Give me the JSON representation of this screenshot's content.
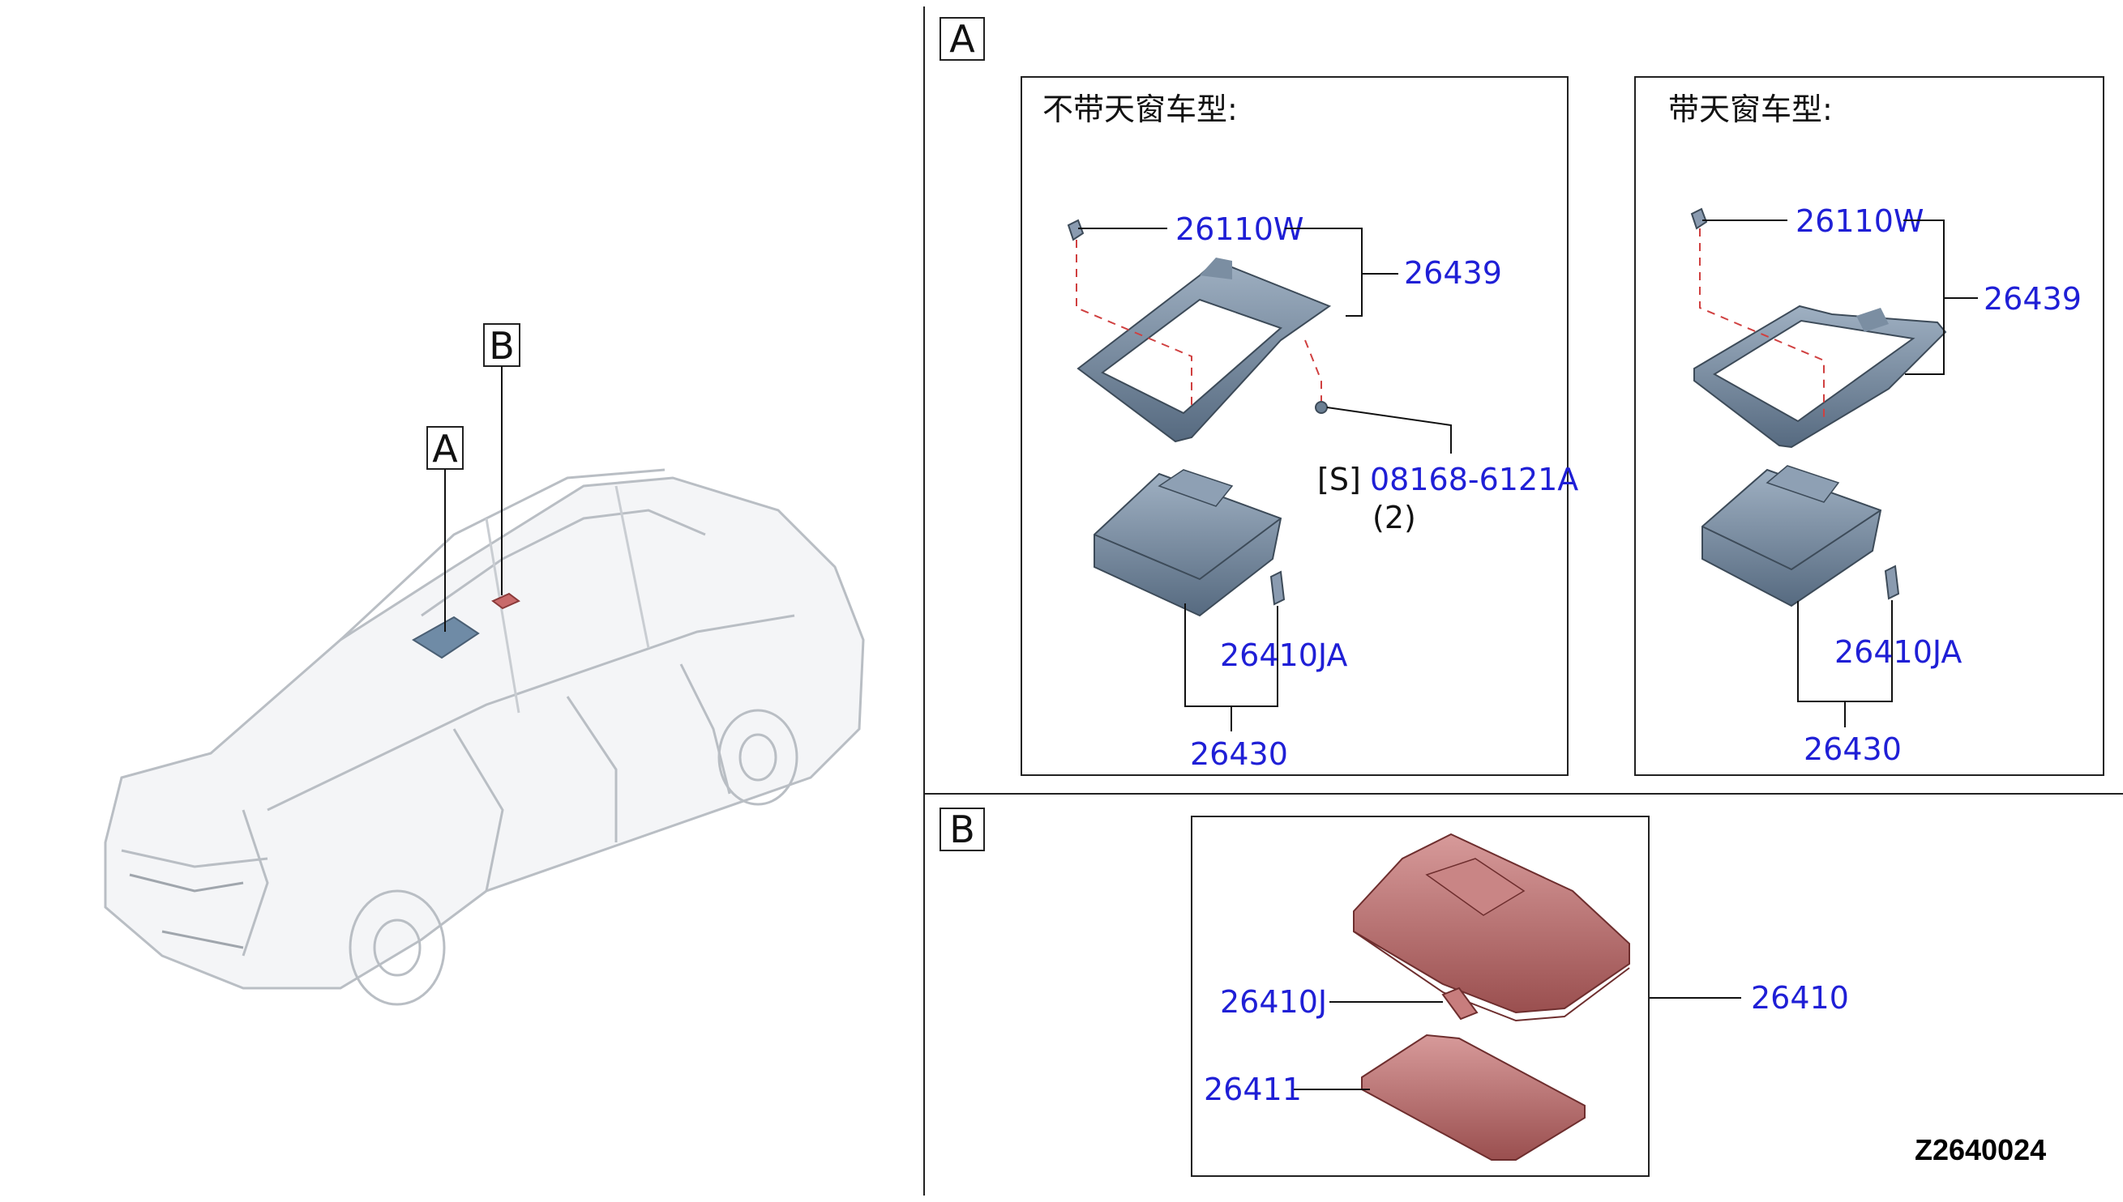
{
  "overview": {
    "callout_a": "A",
    "callout_b": "B"
  },
  "section_a": {
    "tag": "A",
    "panel_left": {
      "title": "不带天窗车型:",
      "labels": {
        "p26110w": "26110W",
        "p26439": "26439",
        "screw": "[S]",
        "p08168": "08168-6121A",
        "qty": "(2)",
        "p26410ja": "26410JA",
        "p26430": "26430"
      }
    },
    "panel_right": {
      "title": "带天窗车型:",
      "labels": {
        "p26110w": "26110W",
        "p26439": "26439",
        "p26410ja": "26410JA",
        "p26430": "26430"
      }
    }
  },
  "section_b": {
    "tag": "B",
    "labels": {
      "p26410j": "26410J",
      "p26410": "26410",
      "p26411": "26411"
    }
  },
  "figure_code": "Z2640024",
  "colors": {
    "label_blue": "#1f1fd6",
    "part_gray": "#6b7f93",
    "part_red": "#b86a6a",
    "screw_mark": "#d04040"
  }
}
